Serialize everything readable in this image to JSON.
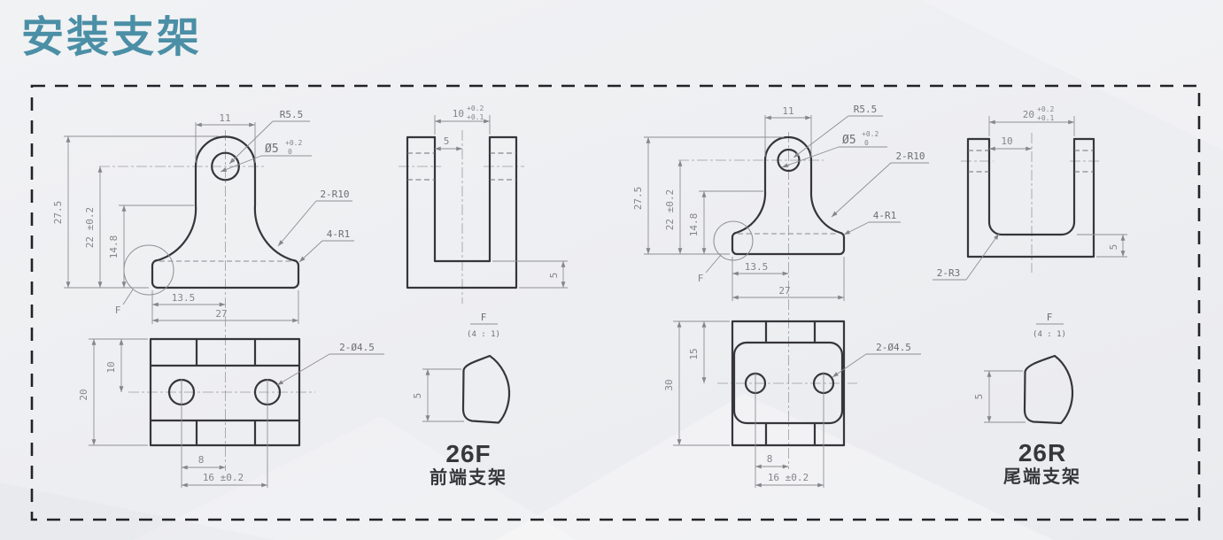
{
  "page": {
    "title": "安装支架"
  },
  "colors": {
    "accent": "#4b8fa6",
    "outline": "#36363a",
    "dim": "#85858a",
    "background": "#edeef1"
  },
  "brackets": {
    "front": {
      "code": "26F",
      "name": "前端支架",
      "front_view": {
        "tab_width": "11",
        "head_radius": "R5.5",
        "hole_dia": "Ø5",
        "hole_tol_up": "+0.2",
        "hole_tol_dn": "0",
        "fillet_r10": "2-R10",
        "fillet_r1": "4-R1",
        "height": "27.5",
        "hole_height": "22 ±0.2",
        "step_height": "14.8",
        "hole_offset": "13.5",
        "base_width": "27",
        "detail_mark": "F"
      },
      "side_view": {
        "slot_width": "10",
        "slot_tol_up": "+0.2",
        "slot_tol_dn": "+0.1",
        "half_width": "5",
        "base_thickness": "5"
      },
      "bottom_view": {
        "depth": "20",
        "slot_offset": "10",
        "hole_offset": "8",
        "hole_spacing": "16 ±0.2",
        "holes": "2-Ø4.5"
      },
      "detail_view": {
        "mark": "F",
        "scale": "(4 : 1)",
        "thickness": "5"
      }
    },
    "rear": {
      "code": "26R",
      "name": "尾端支架",
      "front_view": {
        "tab_width": "11",
        "head_radius": "R5.5",
        "hole_dia": "Ø5",
        "hole_tol_up": "+0.2",
        "hole_tol_dn": "0",
        "fillet_r10": "2-R10",
        "fillet_r1": "4-R1",
        "height": "27.5",
        "hole_height": "22 ±0.2",
        "step_height": "14.8",
        "hole_offset": "13.5",
        "base_width": "27",
        "detail_mark": "F"
      },
      "side_view": {
        "slot_width": "20",
        "slot_tol_up": "+0.2",
        "slot_tol_dn": "+0.1",
        "half_width": "10",
        "base_thickness": "5",
        "corner_radius": "2-R3"
      },
      "bottom_view": {
        "depth": "30",
        "slot_offset": "15",
        "hole_offset": "8",
        "hole_spacing": "16 ±0.2",
        "holes": "2-Ø4.5"
      },
      "detail_view": {
        "mark": "F",
        "scale": "(4 : 1)",
        "thickness": "5"
      }
    }
  }
}
